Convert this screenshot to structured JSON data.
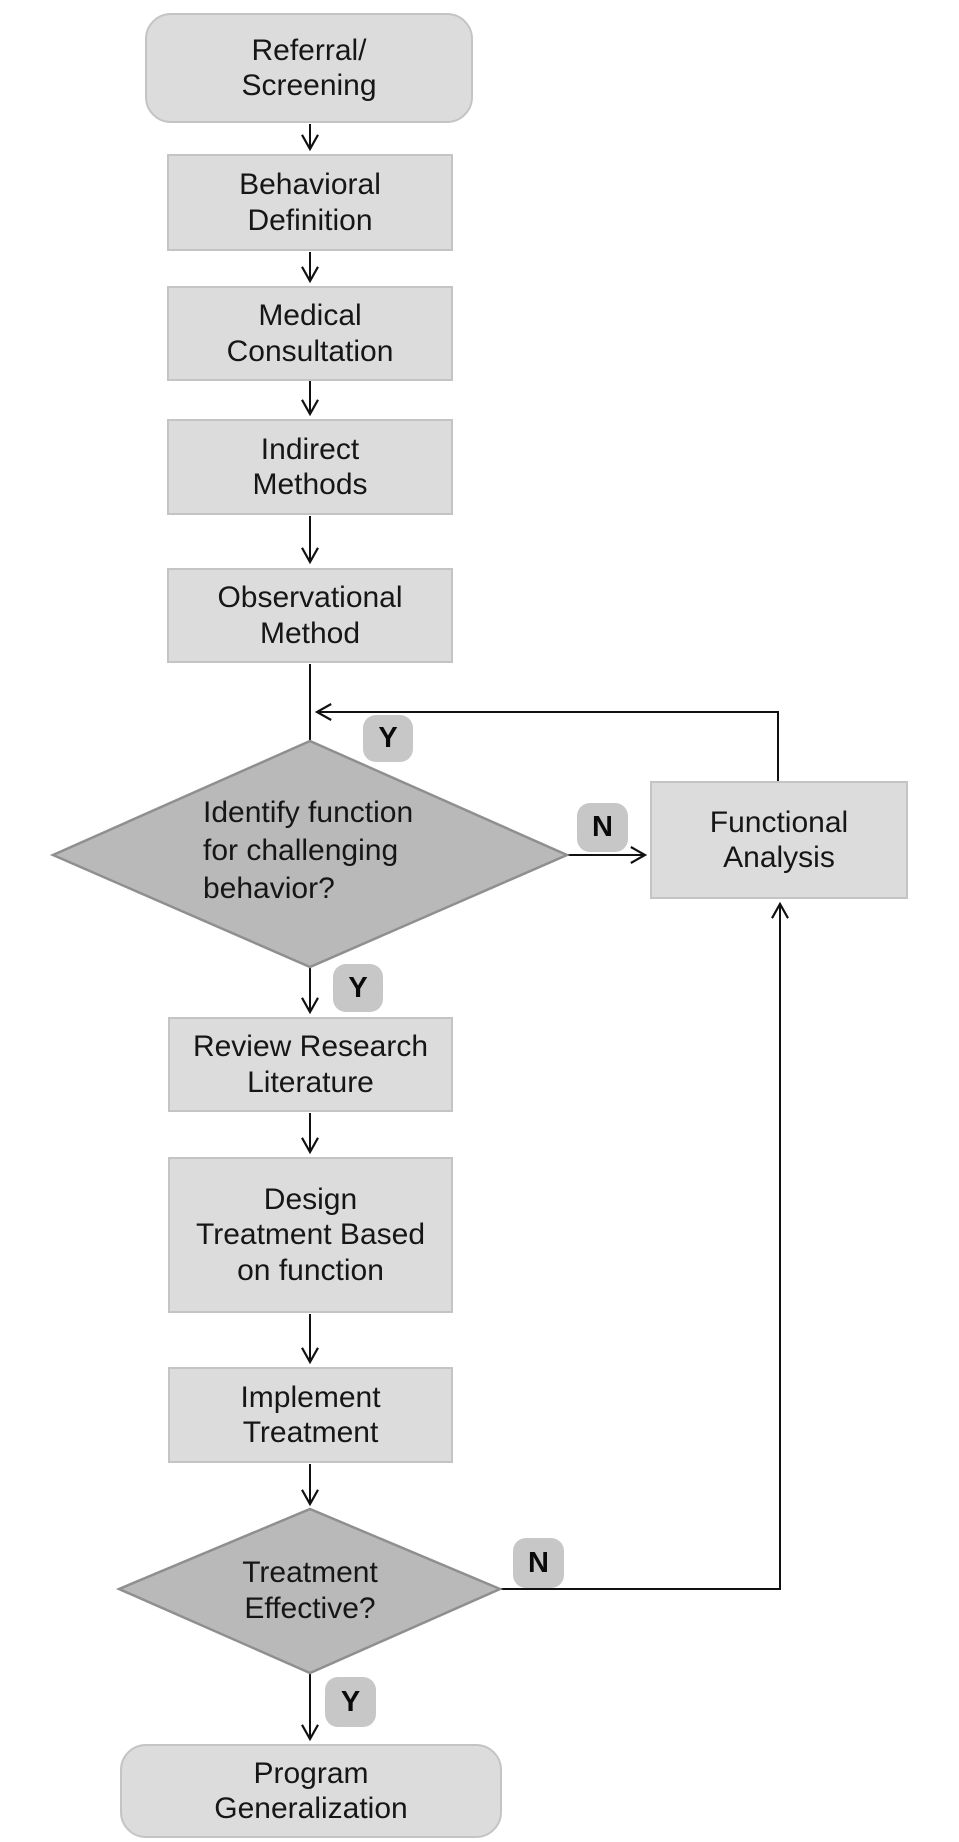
{
  "diagram": {
    "colors": {
      "background": "#ffffff",
      "process_fill": "#dcdcdc",
      "process_border": "#c4c4c4",
      "decision_fill": "#b9b9b9",
      "decision_border": "#8f8f8f",
      "badge_fill": "#c7c7c7",
      "connector": "#111111",
      "text": "#161616"
    },
    "nodes": {
      "referral_screening": {
        "shape": "terminator",
        "label": "Referral/\nScreening"
      },
      "behavioral_definition": {
        "shape": "process",
        "label": "Behavioral\nDefinition"
      },
      "medical_consultation": {
        "shape": "process",
        "label": "Medical\nConsultation"
      },
      "indirect_methods": {
        "shape": "process",
        "label": "Indirect\nMethods"
      },
      "observational_method": {
        "shape": "process",
        "label": "Observational\nMethod"
      },
      "identify_function": {
        "shape": "decision",
        "label": "Identify function\nfor challenging\nbehavior?"
      },
      "functional_analysis": {
        "shape": "process",
        "label": "Functional\nAnalysis"
      },
      "review_research_literature": {
        "shape": "process",
        "label": "Review Research\nLiterature"
      },
      "design_treatment": {
        "shape": "process",
        "label": "Design\nTreatment Based\non function"
      },
      "implement_treatment": {
        "shape": "process",
        "label": "Implement\nTreatment"
      },
      "treatment_effective": {
        "shape": "decision",
        "label": "Treatment\nEffective?"
      },
      "program_generalization": {
        "shape": "terminator",
        "label": "Program\nGeneralization"
      }
    },
    "badges": {
      "loop_return_yes": "Y",
      "identify_no": "N",
      "identify_yes": "Y",
      "effective_no": "N",
      "effective_yes": "Y"
    },
    "edges": [
      {
        "from": "referral_screening",
        "to": "behavioral_definition"
      },
      {
        "from": "behavioral_definition",
        "to": "medical_consultation"
      },
      {
        "from": "medical_consultation",
        "to": "indirect_methods"
      },
      {
        "from": "indirect_methods",
        "to": "observational_method"
      },
      {
        "from": "observational_method",
        "to": "identify_function"
      },
      {
        "from": "identify_function",
        "to": "functional_analysis",
        "label": "N"
      },
      {
        "from": "functional_analysis",
        "to": "identify_function",
        "label": "Y"
      },
      {
        "from": "identify_function",
        "to": "review_research_literature",
        "label": "Y"
      },
      {
        "from": "review_research_literature",
        "to": "design_treatment"
      },
      {
        "from": "design_treatment",
        "to": "implement_treatment"
      },
      {
        "from": "implement_treatment",
        "to": "treatment_effective"
      },
      {
        "from": "treatment_effective",
        "to": "functional_analysis",
        "label": "N"
      },
      {
        "from": "treatment_effective",
        "to": "program_generalization",
        "label": "Y"
      }
    ]
  }
}
